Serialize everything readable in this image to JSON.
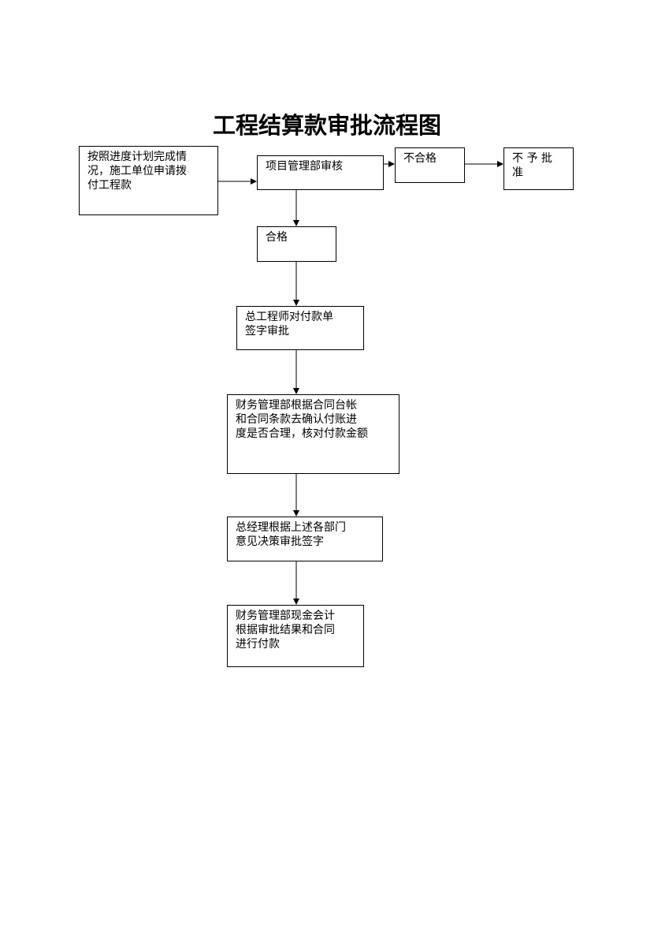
{
  "title": "工程结算款审批流程图",
  "nodes": {
    "apply": "按照进度计划完成情\n况，施工单位申请拨\n付工程款",
    "project_review": "项目管理部审核",
    "fail": "不合格",
    "reject": "不 予 批\n准",
    "pass": "合格",
    "chief_engineer": "总工程师对付款单\n签字审批",
    "finance_check": "财务管理部根据合同台帐\n和合同条款去确认付账进\n度是否合理，核对付款金额",
    "general_manager": "总经理根据上述各部门\n意见决策审批签字",
    "payment": "财务管理部现金会计\n根据审批结果和合同\n进行付款"
  },
  "edges": [
    [
      "apply",
      "project_review"
    ],
    [
      "project_review",
      "fail"
    ],
    [
      "fail",
      "reject"
    ],
    [
      "project_review",
      "pass"
    ],
    [
      "pass",
      "chief_engineer"
    ],
    [
      "chief_engineer",
      "finance_check"
    ],
    [
      "finance_check",
      "general_manager"
    ],
    [
      "general_manager",
      "payment"
    ]
  ]
}
